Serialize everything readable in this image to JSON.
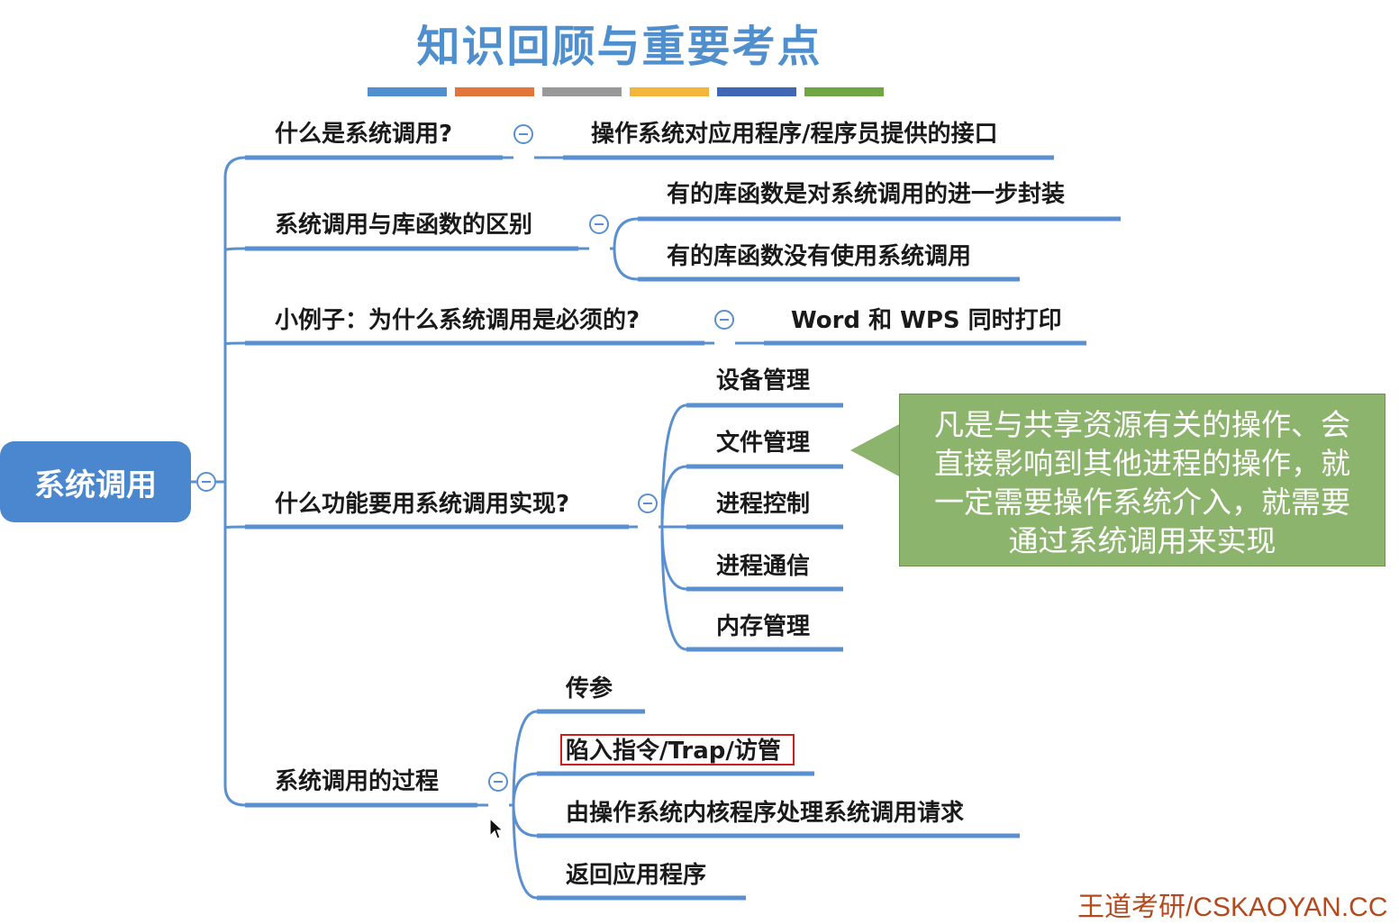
{
  "title": "知识回顾与重要考点",
  "decoration_colors": [
    "#4f8fce",
    "#e2753a",
    "#999999",
    "#f3b63b",
    "#3f67b3",
    "#6fa643"
  ],
  "root": "系统调用",
  "branches": [
    {
      "label": "什么是系统调用?",
      "children": [
        "操作系统对应用程序/程序员提供的接口"
      ]
    },
    {
      "label": "系统调用与库函数的区别",
      "children": [
        "有的库函数是对系统调用的进一步封装",
        "有的库函数没有使用系统调用"
      ]
    },
    {
      "label": "小例子：为什么系统调用是必须的?",
      "children": [
        "Word 和 WPS 同时打印"
      ]
    },
    {
      "label": "什么功能要用系统调用实现?",
      "children": [
        "设备管理",
        "文件管理",
        "进程控制",
        "进程通信",
        "内存管理"
      ]
    },
    {
      "label": "系统调用的过程",
      "children": [
        "传参",
        "陷入指令/Trap/访管",
        "由操作系统内核程序处理系统调用请求",
        "返回应用程序"
      ]
    }
  ],
  "callout": [
    "凡是与共享资源有关的操作、会",
    "直接影响到其他进程的操作，就",
    "一定需要操作系统介入，就需要",
    "通过系统调用来实现"
  ],
  "watermark": "王道考研/CSKAOYAN.CC",
  "colors": {
    "line": "#5a90d0",
    "root_fill": "#4b87cf",
    "callout_fill": "#8db46c",
    "highlight_box": "#cc1e1e",
    "title": "#4f8fce"
  }
}
